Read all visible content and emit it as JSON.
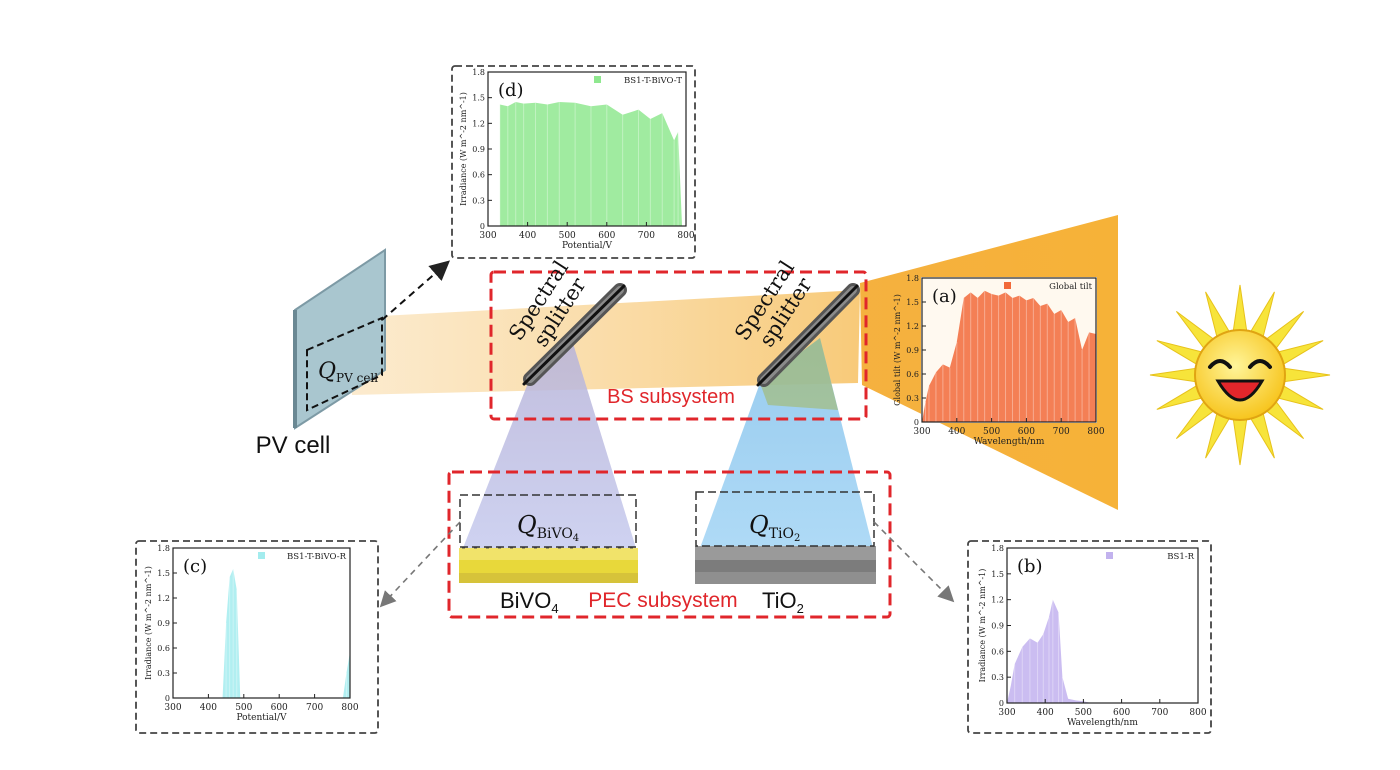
{
  "labels": {
    "pv_cell": "PV cell",
    "bs_subsystem": "BS subsystem",
    "pec_subsystem": "PEC subsystem",
    "splitter_left_line1": "Spectral",
    "splitter_left_line2": "splitter",
    "splitter_right_line1": "Spectral",
    "splitter_right_line2": "splitter",
    "q_pv_main": "Q",
    "q_pv_sub": "PV cell",
    "q_bivo4_main": "Q",
    "q_bivo4_sub": "BiVO",
    "q_bivo4_subsub": "4",
    "q_tio2_main": "Q",
    "q_tio2_sub": "TiO",
    "q_tio2_subsub": "2",
    "bivo4_main": "BiVO",
    "bivo4_sub": "4",
    "tio2_main": "TiO",
    "tio2_sub": "2"
  },
  "colors": {
    "beam": "#f7c46a",
    "sun_cone": "#f4a82a",
    "bs_box": "#e0262b",
    "pec_box": "#e0262b",
    "pv_panel": "#a7c5cf",
    "bivo4_beam": "#c3c2e6",
    "tio2_beam": "#8fc8ee",
    "bivo4_film": "#f3e66a",
    "tio2_film": "#8f8f8f",
    "sun_rays": "#f7e43a",
    "sun_face": "#f8d52b"
  },
  "icons": [
    "sun-smiley-icon",
    "dashed-arrow-icon"
  ],
  "chart_data": [
    {
      "id": "d",
      "panel_label": "(d)",
      "type": "area",
      "legend": "BS1-T-BiVO-T",
      "color": "#8fe88f",
      "xlabel": "Potential/V",
      "ylabel": "Irradiance (W m^-2 nm^-1)",
      "xticks": [
        "300",
        "400",
        "500",
        "600",
        "700",
        "800"
      ],
      "yticks": [
        "0",
        "0.3",
        "0.6",
        "0.9",
        "1.2",
        "1.5",
        "1.8"
      ],
      "xlim": [
        300,
        800
      ],
      "ylim": [
        0,
        1.8
      ],
      "x": [
        330,
        330,
        350,
        370,
        390,
        420,
        450,
        480,
        520,
        560,
        600,
        640,
        680,
        710,
        740,
        770,
        780,
        790,
        800
      ],
      "y": [
        0,
        1.42,
        1.4,
        1.45,
        1.43,
        1.44,
        1.42,
        1.45,
        1.44,
        1.4,
        1.42,
        1.3,
        1.36,
        1.25,
        1.32,
        1.0,
        1.1,
        0.0,
        0.0
      ]
    },
    {
      "id": "a",
      "panel_label": "(a)",
      "type": "area",
      "legend": "Global tilt",
      "color": "#f26a3a",
      "xlabel": "Wavelength/nm",
      "ylabel": "Global tilt (W m^-2 nm^-1)",
      "xticks": [
        "300",
        "400",
        "500",
        "600",
        "700",
        "800"
      ],
      "yticks": [
        "0",
        "0.3",
        "0.6",
        "0.9",
        "1.2",
        "1.5",
        "1.8"
      ],
      "xlim": [
        300,
        800
      ],
      "ylim": [
        0,
        1.8
      ],
      "x": [
        300,
        310,
        320,
        340,
        360,
        380,
        400,
        420,
        440,
        460,
        480,
        500,
        520,
        540,
        560,
        580,
        600,
        620,
        640,
        660,
        680,
        700,
        720,
        740,
        760,
        780,
        800
      ],
      "y": [
        0,
        0.25,
        0.45,
        0.62,
        0.72,
        0.68,
        1.0,
        1.55,
        1.62,
        1.55,
        1.64,
        1.6,
        1.58,
        1.62,
        1.55,
        1.58,
        1.52,
        1.55,
        1.45,
        1.48,
        1.35,
        1.4,
        1.25,
        1.3,
        0.9,
        1.12,
        1.1
      ]
    },
    {
      "id": "c",
      "panel_label": "(c)",
      "type": "area",
      "legend": "BS1-T-BiVO-R",
      "color": "#a3ecee",
      "xlabel": "Potential/V",
      "ylabel": "Irradiance (W m^-2 nm^-1)",
      "xticks": [
        "300",
        "400",
        "500",
        "600",
        "700",
        "800"
      ],
      "yticks": [
        "0",
        "0.3",
        "0.6",
        "0.9",
        "1.2",
        "1.5",
        "1.8"
      ],
      "xlim": [
        300,
        800
      ],
      "ylim": [
        0,
        1.8
      ],
      "x": [
        300,
        440,
        450,
        460,
        470,
        480,
        490,
        780,
        790,
        800,
        800
      ],
      "y": [
        0,
        0,
        0.9,
        1.45,
        1.55,
        1.3,
        0,
        0,
        0.3,
        0.55,
        0
      ]
    },
    {
      "id": "b",
      "panel_label": "(b)",
      "type": "area",
      "legend": "BS1-R",
      "color": "#c2b2ee",
      "xlabel": "Wavelength/nm",
      "ylabel": "Irradiance (W m^-2 nm^-1)",
      "xticks": [
        "300",
        "400",
        "500",
        "600",
        "700",
        "800"
      ],
      "yticks": [
        "0",
        "0.3",
        "0.6",
        "0.9",
        "1.2",
        "1.5",
        "1.8"
      ],
      "xlim": [
        300,
        800
      ],
      "ylim": [
        0,
        1.8
      ],
      "x": [
        300,
        310,
        320,
        340,
        360,
        380,
        395,
        410,
        420,
        435,
        445,
        460,
        480,
        500,
        520,
        800
      ],
      "y": [
        0,
        0.2,
        0.45,
        0.65,
        0.75,
        0.7,
        0.8,
        1.0,
        1.2,
        1.05,
        0.3,
        0.05,
        0.03,
        0.02,
        0,
        0
      ]
    }
  ]
}
